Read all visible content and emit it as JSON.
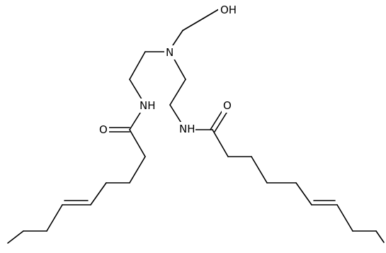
{
  "structure": {
    "atoms": {
      "oh": "OH",
      "n_center": "N",
      "nh_left": "NH",
      "nh_right": "NH",
      "o_left": "O",
      "o_right": "O"
    }
  },
  "colors": {
    "bond": "#000000",
    "background": "#ffffff"
  }
}
